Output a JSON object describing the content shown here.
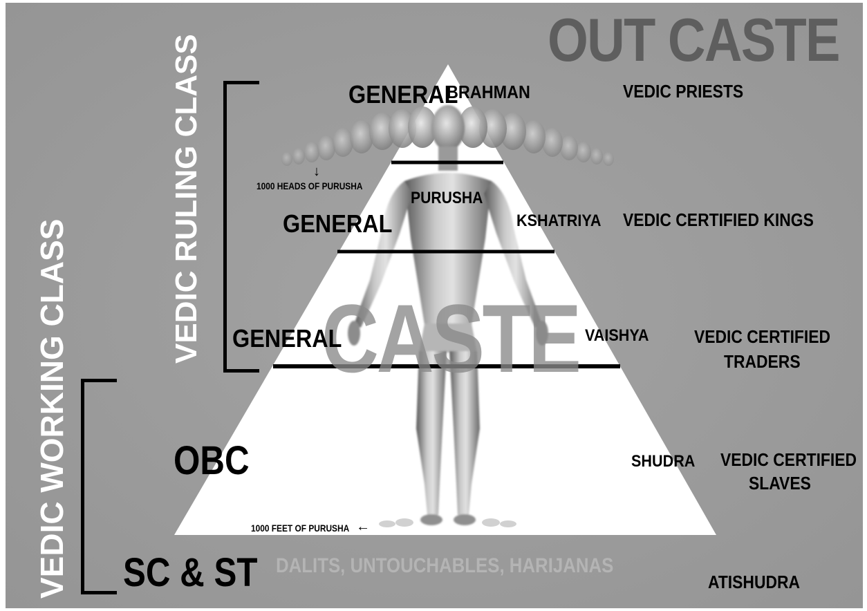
{
  "title": "OUT CASTE",
  "watermark": "CASTE",
  "left_labels": {
    "ruling_class": "VEDIC RULING CLASS",
    "working_class": "VEDIC WORKING CLASS"
  },
  "annotations": {
    "heads": "1000 HEADS OF PURUSHA",
    "heads_arrow": "↓",
    "feet": "1000 FEET OF PURUSHA",
    "feet_arrow": "←",
    "purusha": "PURUSHA",
    "dalits": "DALITS, UNTOUCHABLES, HARIJANAS"
  },
  "tiers": [
    {
      "group": "GENERAL",
      "varna": "BRAHMAN",
      "role": "VEDIC PRIESTS"
    },
    {
      "group": "GENERAL",
      "varna": "KSHATRIYA",
      "role": "VEDIC CERTIFIED KINGS"
    },
    {
      "group": "GENERAL",
      "varna": "VAISHYA",
      "role_line1": "VEDIC CERTIFIED",
      "role_line2": "TRADERS"
    },
    {
      "group": "OBC",
      "varna": "SHUDRA",
      "role_line1": "VEDIC CERTIFIED",
      "role_line2": "SLAVES"
    },
    {
      "group": "SC & ST",
      "varna": "ATISHUDRA"
    }
  ],
  "colors": {
    "background": "#9c9c9c",
    "pyramid": "#ffffff",
    "title": "#5e5e5e",
    "watermark": "#8a8a8a",
    "vertical_text": "#ffffff",
    "dalits_text": "#b4b4b4",
    "ink": "#000000"
  }
}
